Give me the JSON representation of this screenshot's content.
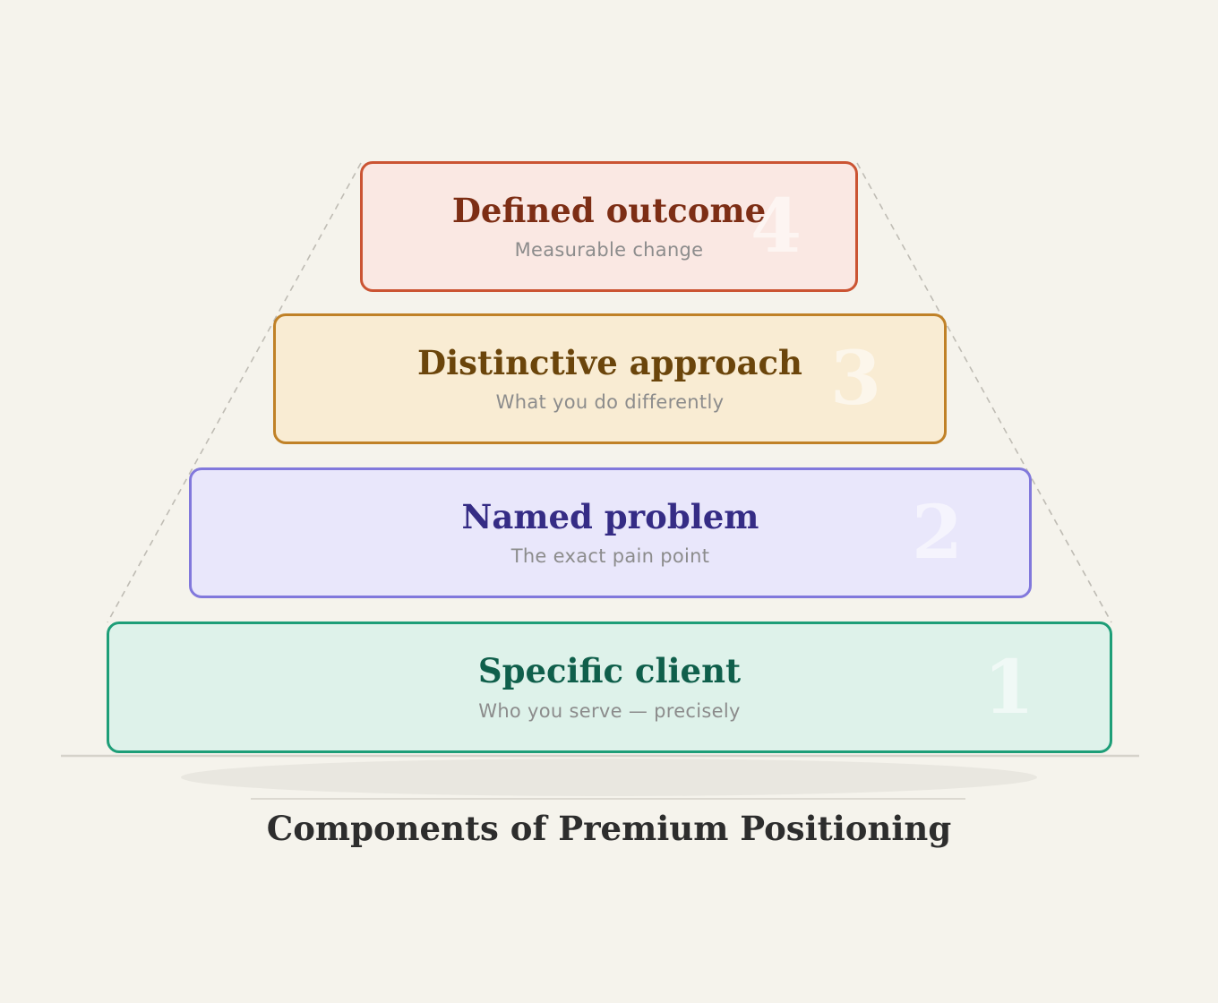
{
  "canvas": {
    "background_color": "#f5f3ec"
  },
  "title": "Components of Premium Positioning",
  "levels": [
    {
      "rank": "4",
      "heading": "Defined outcome",
      "subtitle": "Measurable change",
      "fill_color": "#fae8e3",
      "border_color": "#cb5433",
      "heading_color": "#7d2e15"
    },
    {
      "rank": "3",
      "heading": "Distinctive approach",
      "subtitle": "What you do differently",
      "fill_color": "#f9ecd3",
      "border_color": "#c08127",
      "heading_color": "#6b450b"
    },
    {
      "rank": "2",
      "heading": "Named problem",
      "subtitle": "The exact pain point",
      "fill_color": "#e9e7fb",
      "border_color": "#8178dc",
      "heading_color": "#352c85"
    },
    {
      "rank": "1",
      "heading": "Specific client",
      "subtitle": "Who you serve — precisely",
      "fill_color": "#def2ea",
      "border_color": "#1e9e78",
      "heading_color": "#0f5f4b"
    }
  ],
  "subtitle_text_color": "#8c8c8c",
  "level_number_color": "rgba(255,255,255,0.55)",
  "guide_line_color": "#bfbcb4",
  "base_line_color": "#d5d2ca",
  "divider_line_color": "#dcd9d1",
  "shadow_color": "#e9e7e0",
  "title_color": "#2d2d2d"
}
